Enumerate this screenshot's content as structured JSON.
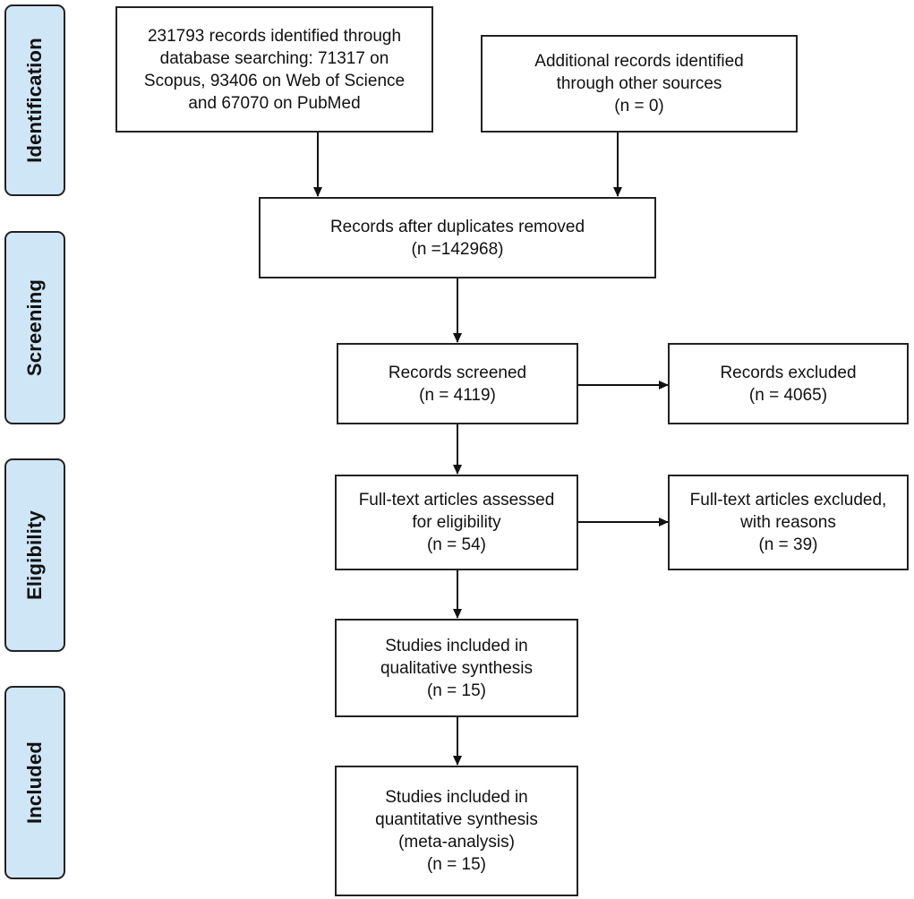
{
  "phases": {
    "identification": "Identification",
    "screening": "Screening",
    "eligibility": "Eligibility",
    "included": "Included"
  },
  "boxes": {
    "database": {
      "lines": [
        "231793 records identified through",
        "database searching: 71317 on",
        "Scopus, 93406 on Web of Science",
        "and 67070 on PubMed"
      ]
    },
    "other_sources": {
      "lines": [
        "Additional records identified",
        "through other sources",
        "(n = 0)"
      ]
    },
    "duplicates_removed": {
      "lines": [
        "Records after duplicates removed",
        "(n =142968)"
      ]
    },
    "screened": {
      "lines": [
        "Records screened",
        "(n = 4119)"
      ]
    },
    "excluded": {
      "lines": [
        "Records excluded",
        "(n = 4065)"
      ]
    },
    "full_text_assessed": {
      "lines": [
        "Full-text articles assessed",
        "for eligibility",
        "(n = 54)"
      ]
    },
    "full_text_excluded": {
      "lines": [
        "Full-text articles excluded,",
        "with reasons",
        "(n = 39)"
      ]
    },
    "qualitative": {
      "lines": [
        "Studies included in",
        "qualitative synthesis",
        "(n = 15)"
      ]
    },
    "quantitative": {
      "lines": [
        "Studies included in",
        "quantitative synthesis",
        "(meta-analysis)",
        "(n = 15)"
      ]
    }
  }
}
